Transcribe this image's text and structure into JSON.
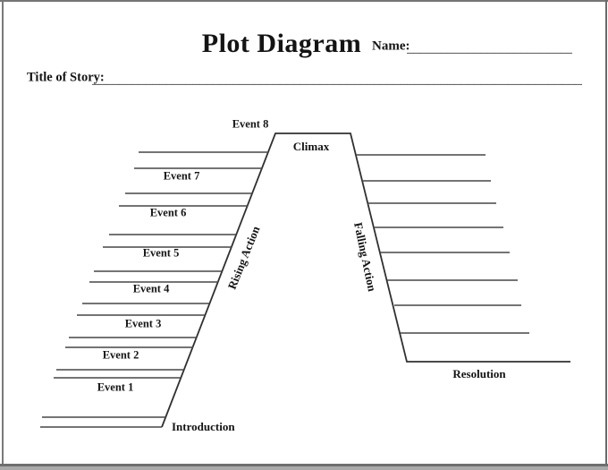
{
  "header": {
    "title": "Plot Diagram",
    "name_label": "Name:",
    "name_line": "____________________________",
    "story_label": "Title of Story:",
    "story_line": "________________________________________________________________________________"
  },
  "diagram": {
    "climax": "Climax",
    "rising_action": "Rising Action",
    "falling_action": "Falling Action",
    "introduction": "Introduction",
    "resolution": "Resolution",
    "events": [
      {
        "label": "Event 8"
      },
      {
        "label": "Event 7"
      },
      {
        "label": "Event 6"
      },
      {
        "label": "Event 5"
      },
      {
        "label": "Event 4"
      },
      {
        "label": "Event 3"
      },
      {
        "label": "Event 2"
      },
      {
        "label": "Event 1"
      }
    ]
  },
  "colors": {
    "line": "#464646",
    "outline": "#303030",
    "text": "#141414",
    "frame": "#757575"
  }
}
